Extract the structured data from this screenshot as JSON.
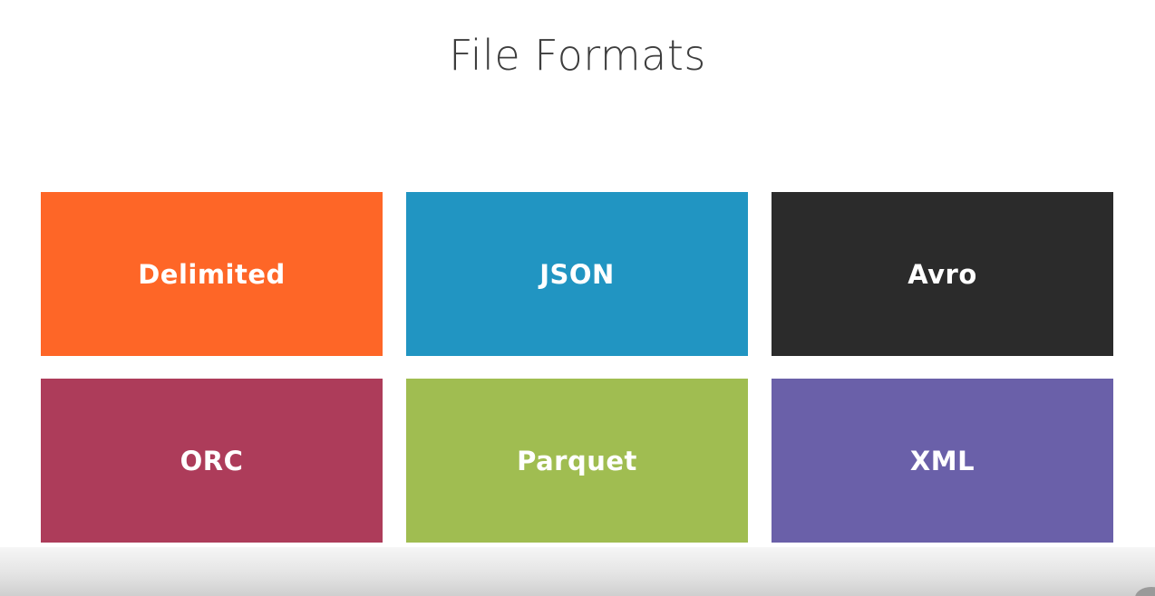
{
  "slide": {
    "title": "File Formats"
  },
  "tiles": [
    {
      "label": "Delimited",
      "color": "#FE6627"
    },
    {
      "label": "JSON",
      "color": "#2195C2"
    },
    {
      "label": "Avro",
      "color": "#2B2B2B"
    },
    {
      "label": "ORC",
      "color": "#AD3C5A"
    },
    {
      "label": "Parquet",
      "color": "#A0BD51"
    },
    {
      "label": "XML",
      "color": "#6A60A9"
    }
  ]
}
